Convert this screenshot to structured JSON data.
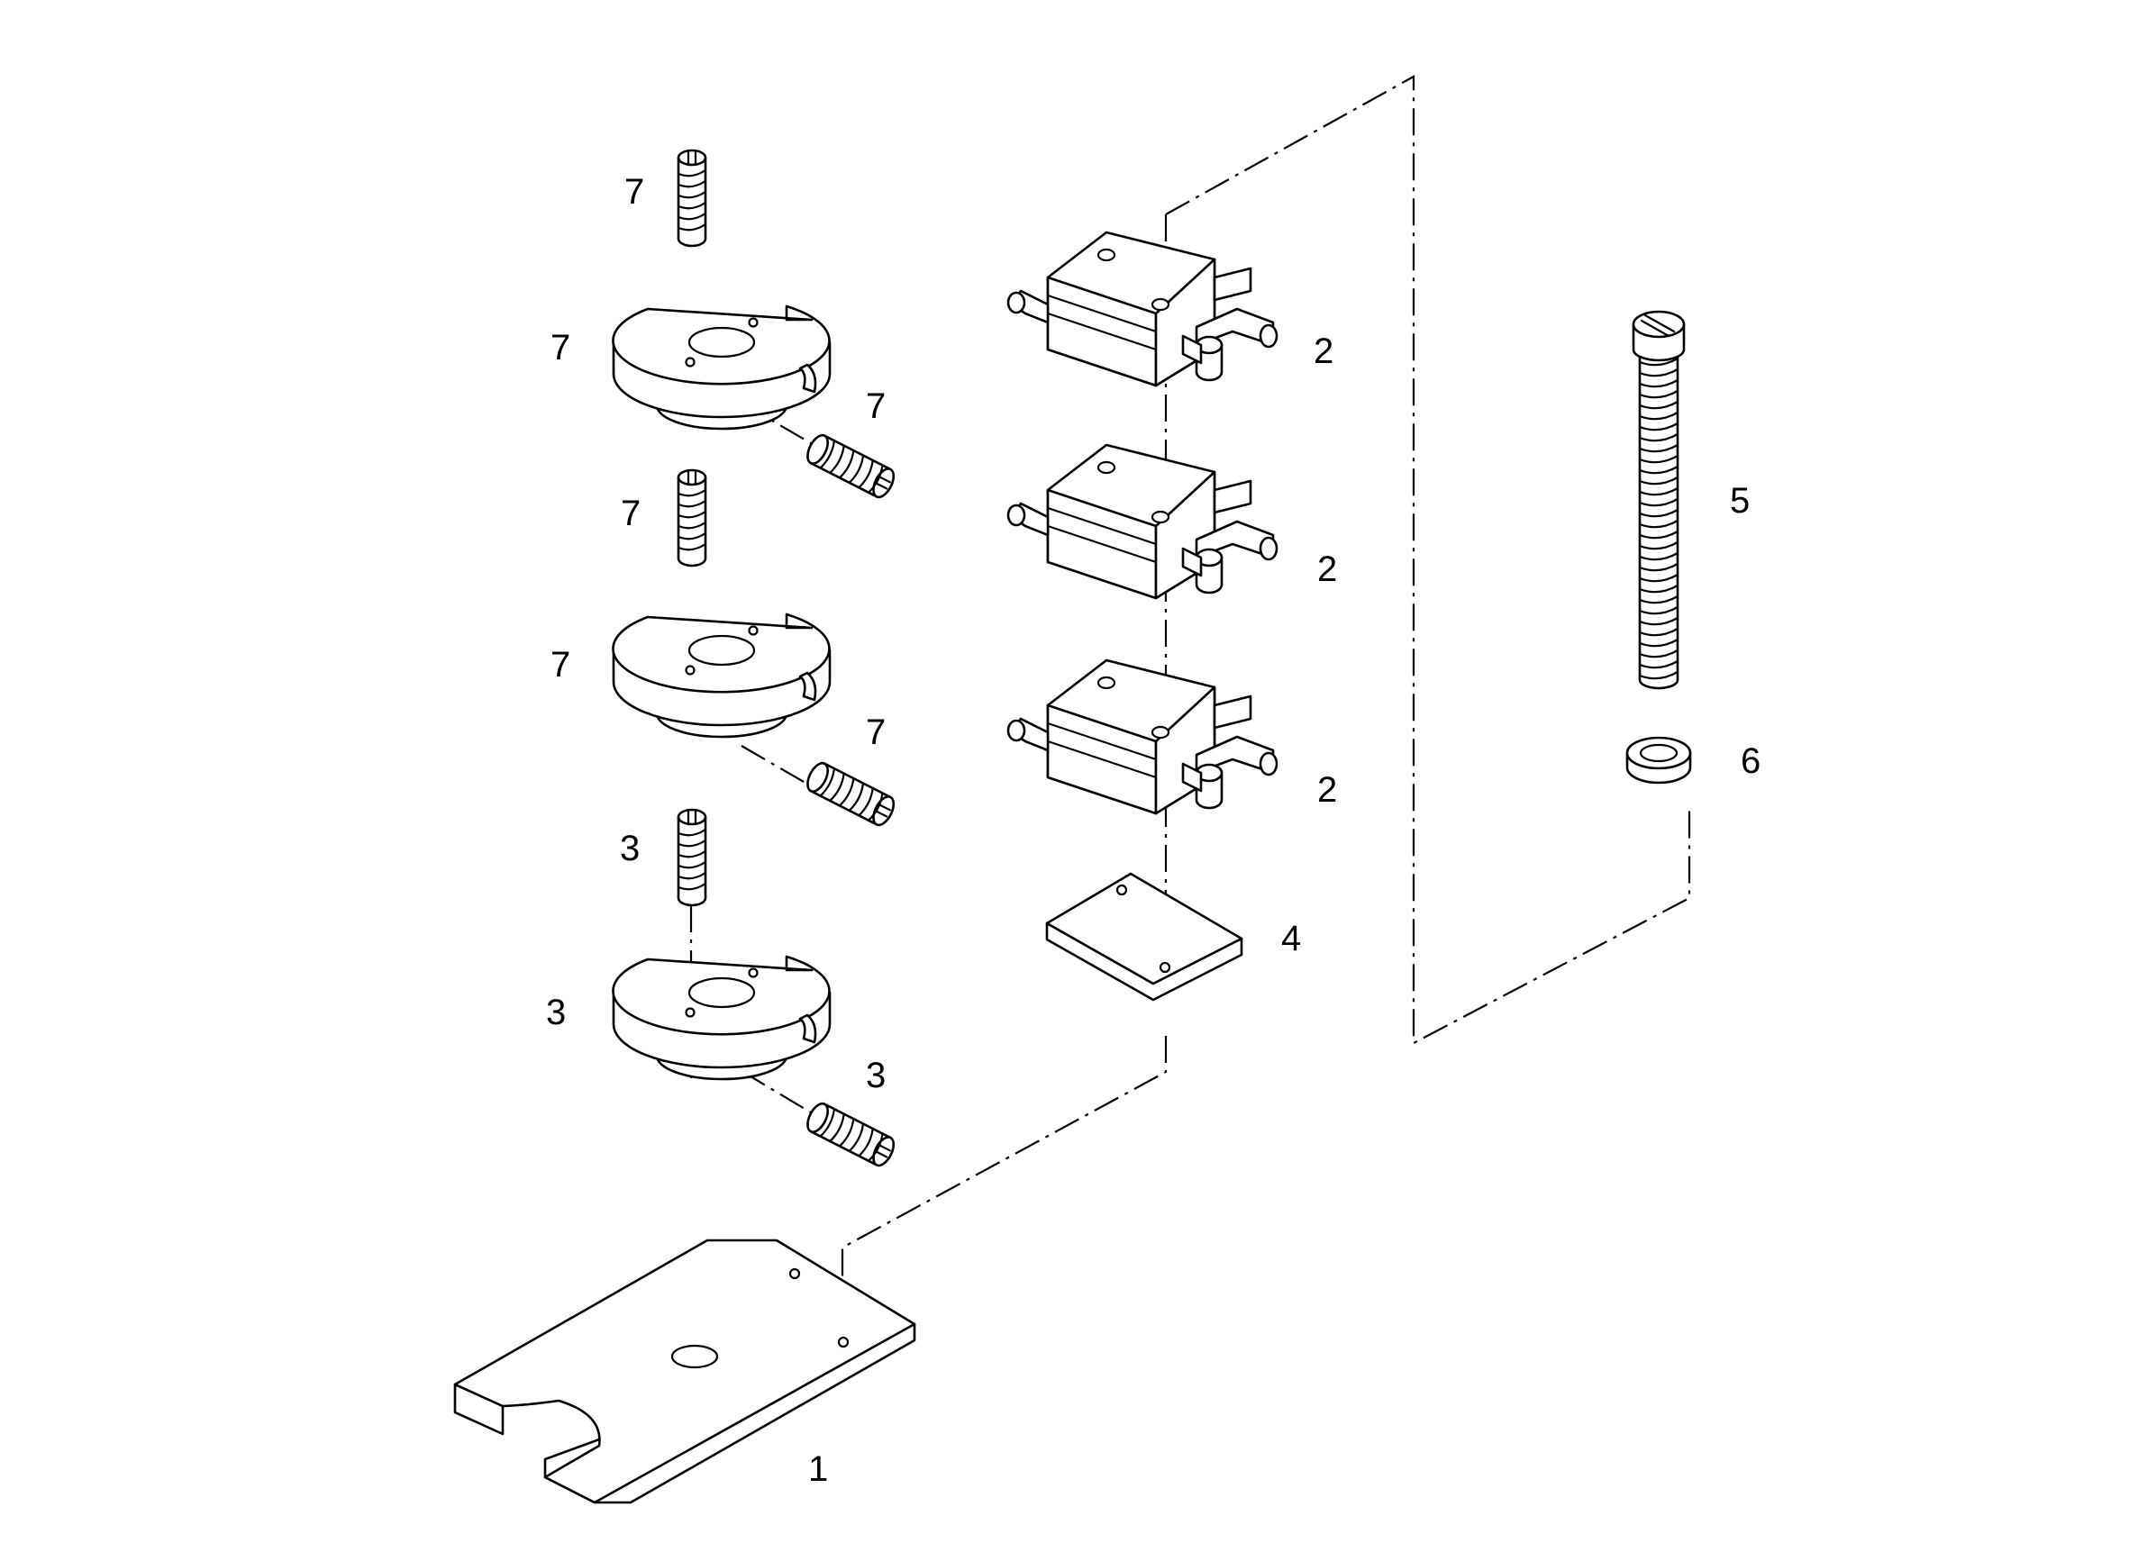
{
  "callouts": {
    "base_plate": "1",
    "switch_top": "2",
    "switch_middle": "2",
    "switch_bottom": "2",
    "cam_bottom": "3",
    "cam_bottom_set_screw_top": "3",
    "cam_bottom_set_screw_side": "3",
    "insulator_plate": "4",
    "long_screw": "5",
    "washer": "6",
    "cam_top": "7",
    "cam_top_set_screw_top": "7",
    "cam_top_set_screw_side": "7",
    "cam_middle": "7",
    "cam_middle_set_screw_top": "7",
    "cam_middle_set_screw_side": "7"
  },
  "colors": {
    "line": "#000000",
    "background": "#ffffff"
  }
}
